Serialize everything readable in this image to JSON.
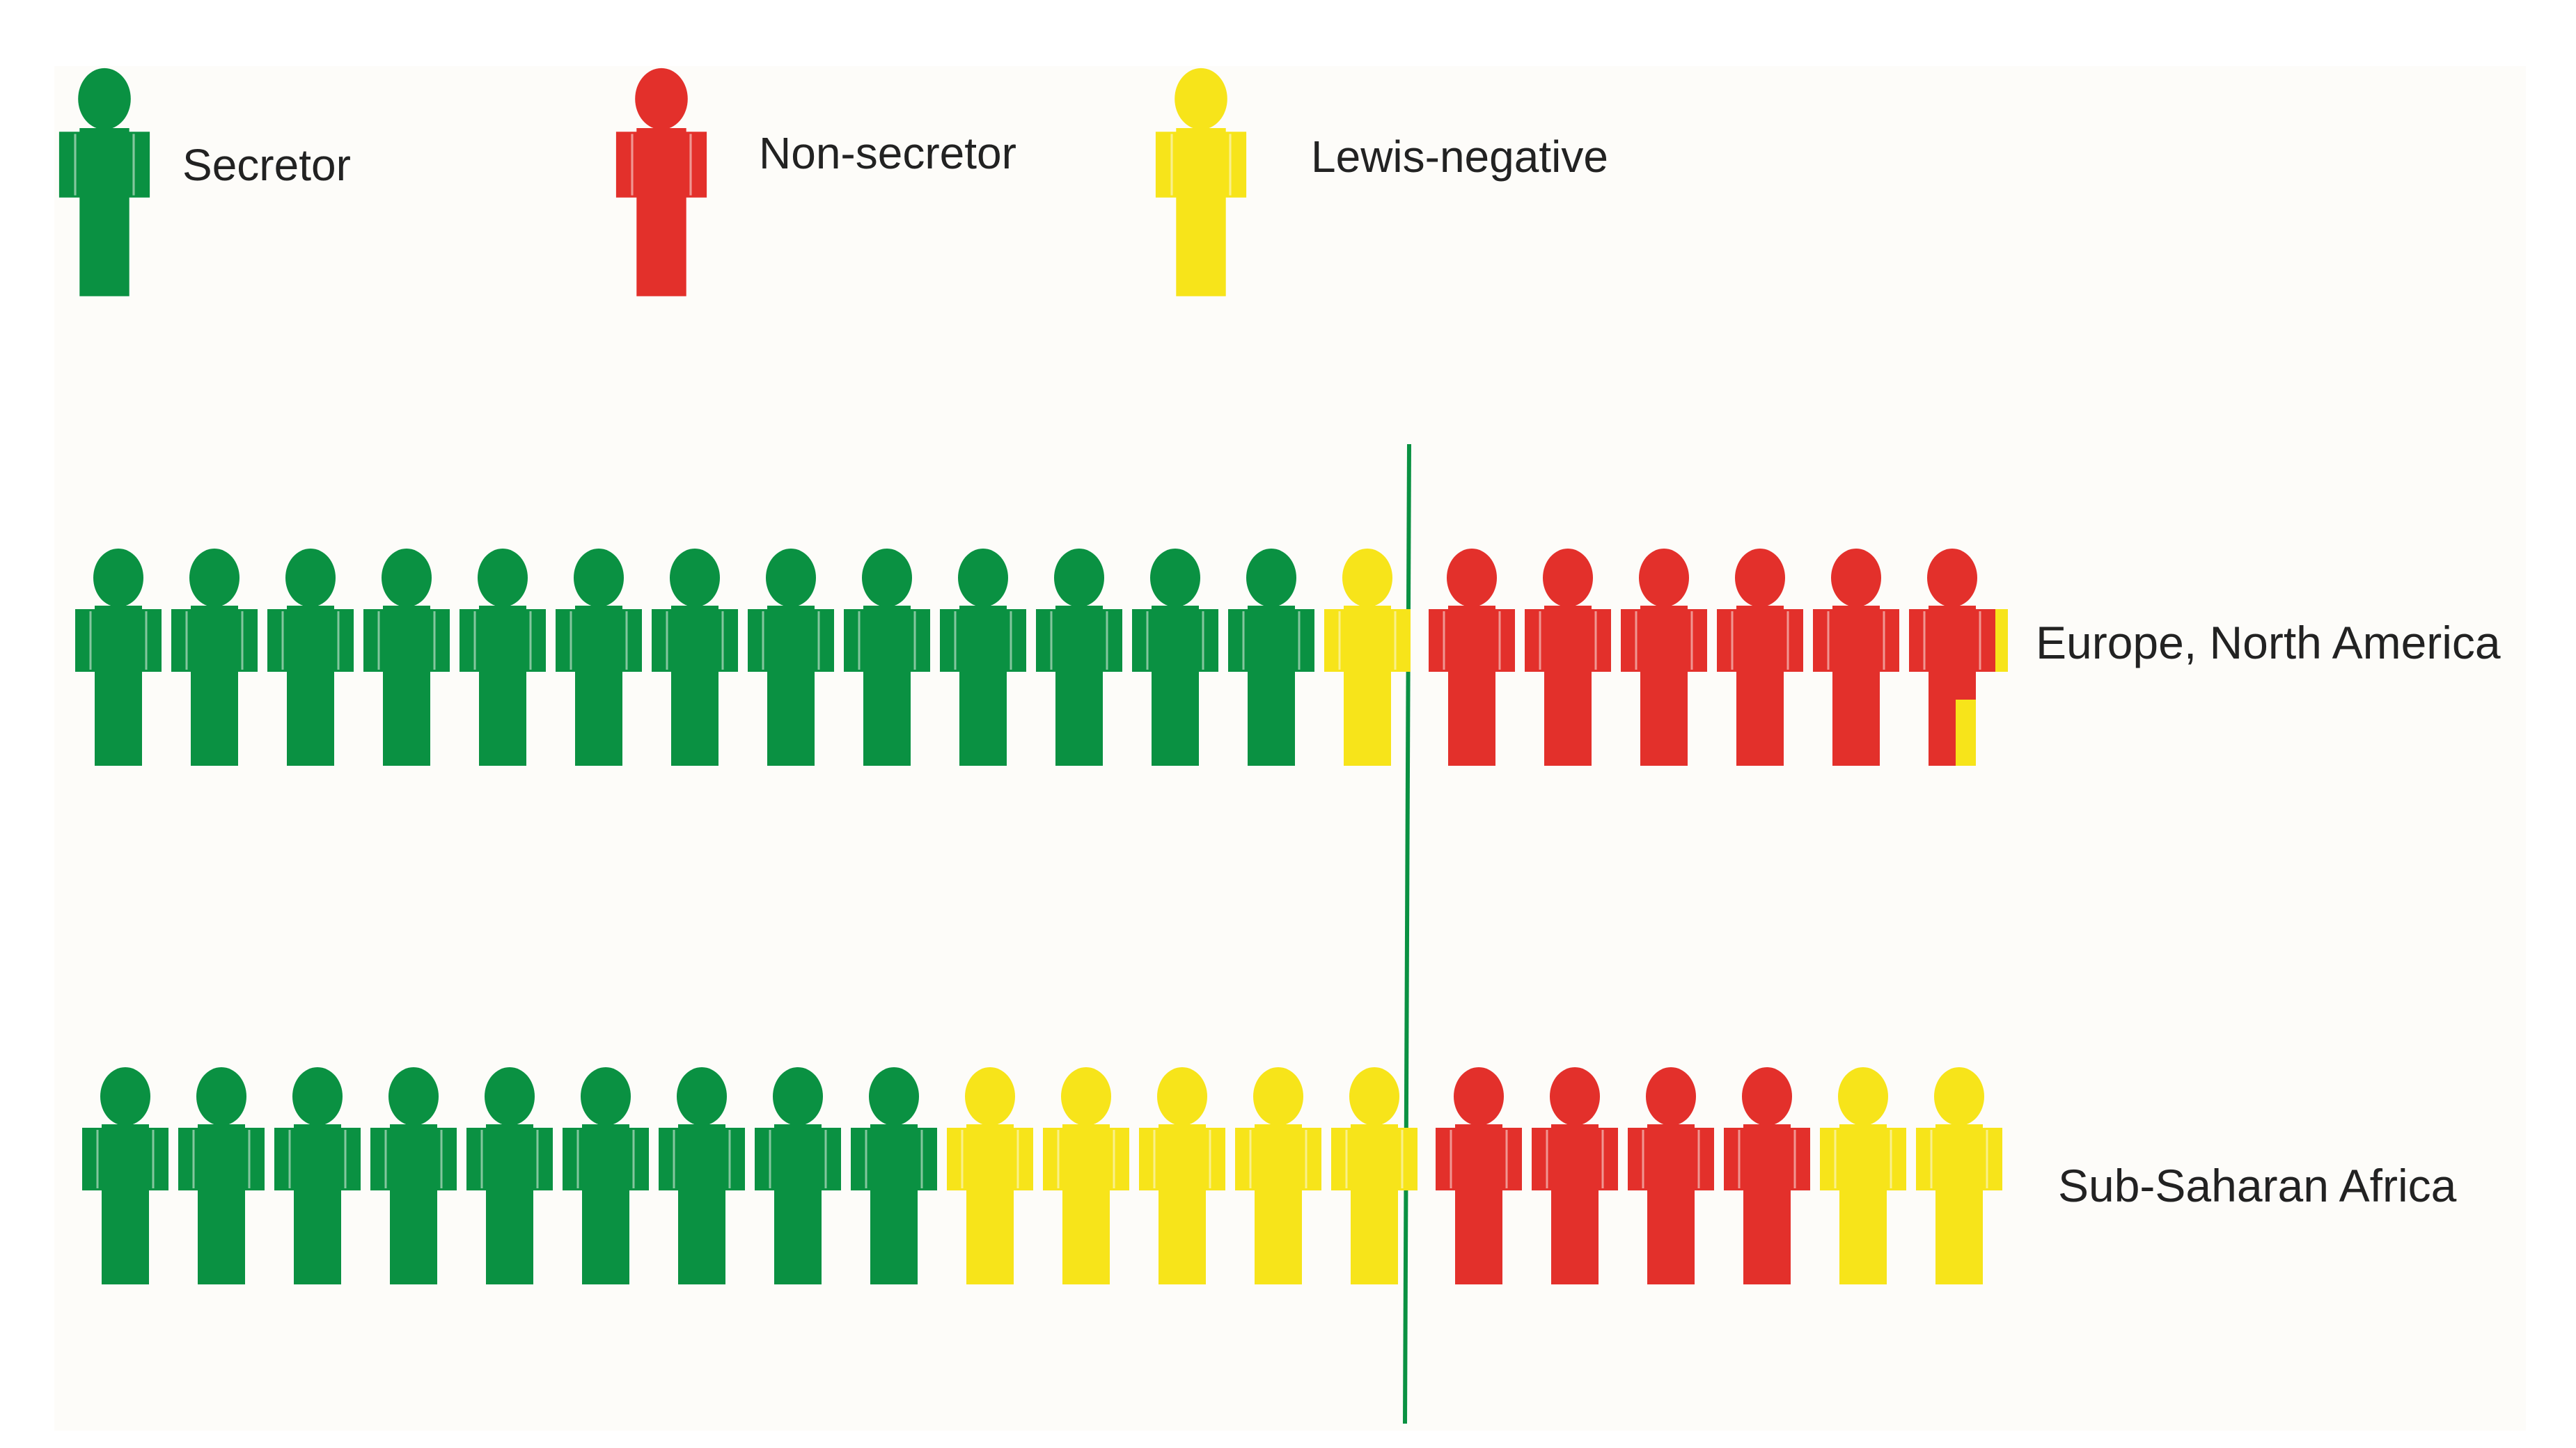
{
  "colors": {
    "secretor": "#0a9142",
    "non_secretor": "#e3302b",
    "lewis_negative": "#f7e41a",
    "divider": "#0a9142",
    "background": "#fdfcf9"
  },
  "legend": [
    {
      "key": "secretor",
      "label": "Secretor",
      "icon": "person-icon"
    },
    {
      "key": "non_secretor",
      "label": "Non-secretor",
      "icon": "person-icon"
    },
    {
      "key": "lewis_negative",
      "label": "Lewis-negative",
      "icon": "person-icon"
    }
  ],
  "rows": [
    {
      "label": "Europe, North America",
      "counts": {
        "secretor": 13,
        "lewis_negative": 1,
        "non_secretor": 6
      },
      "sequence": [
        "secretor",
        "secretor",
        "secretor",
        "secretor",
        "secretor",
        "secretor",
        "secretor",
        "secretor",
        "secretor",
        "secretor",
        "secretor",
        "secretor",
        "secretor",
        "lewis_negative",
        "non_secretor",
        "non_secretor",
        "non_secretor",
        "non_secretor",
        "non_secretor",
        "non_secretor"
      ],
      "last_figure_partial_lewis_negative": true
    },
    {
      "label": "Sub-Saharan Africa",
      "counts": {
        "secretor": 9,
        "lewis_negative": 7,
        "non_secretor": 4
      },
      "sequence": [
        "secretor",
        "secretor",
        "secretor",
        "secretor",
        "secretor",
        "secretor",
        "secretor",
        "secretor",
        "secretor",
        "lewis_negative",
        "lewis_negative",
        "lewis_negative",
        "lewis_negative",
        "lewis_negative",
        "non_secretor",
        "non_secretor",
        "non_secretor",
        "non_secretor",
        "lewis_negative",
        "lewis_negative"
      ],
      "last_figure_partial_lewis_negative": false
    }
  ]
}
